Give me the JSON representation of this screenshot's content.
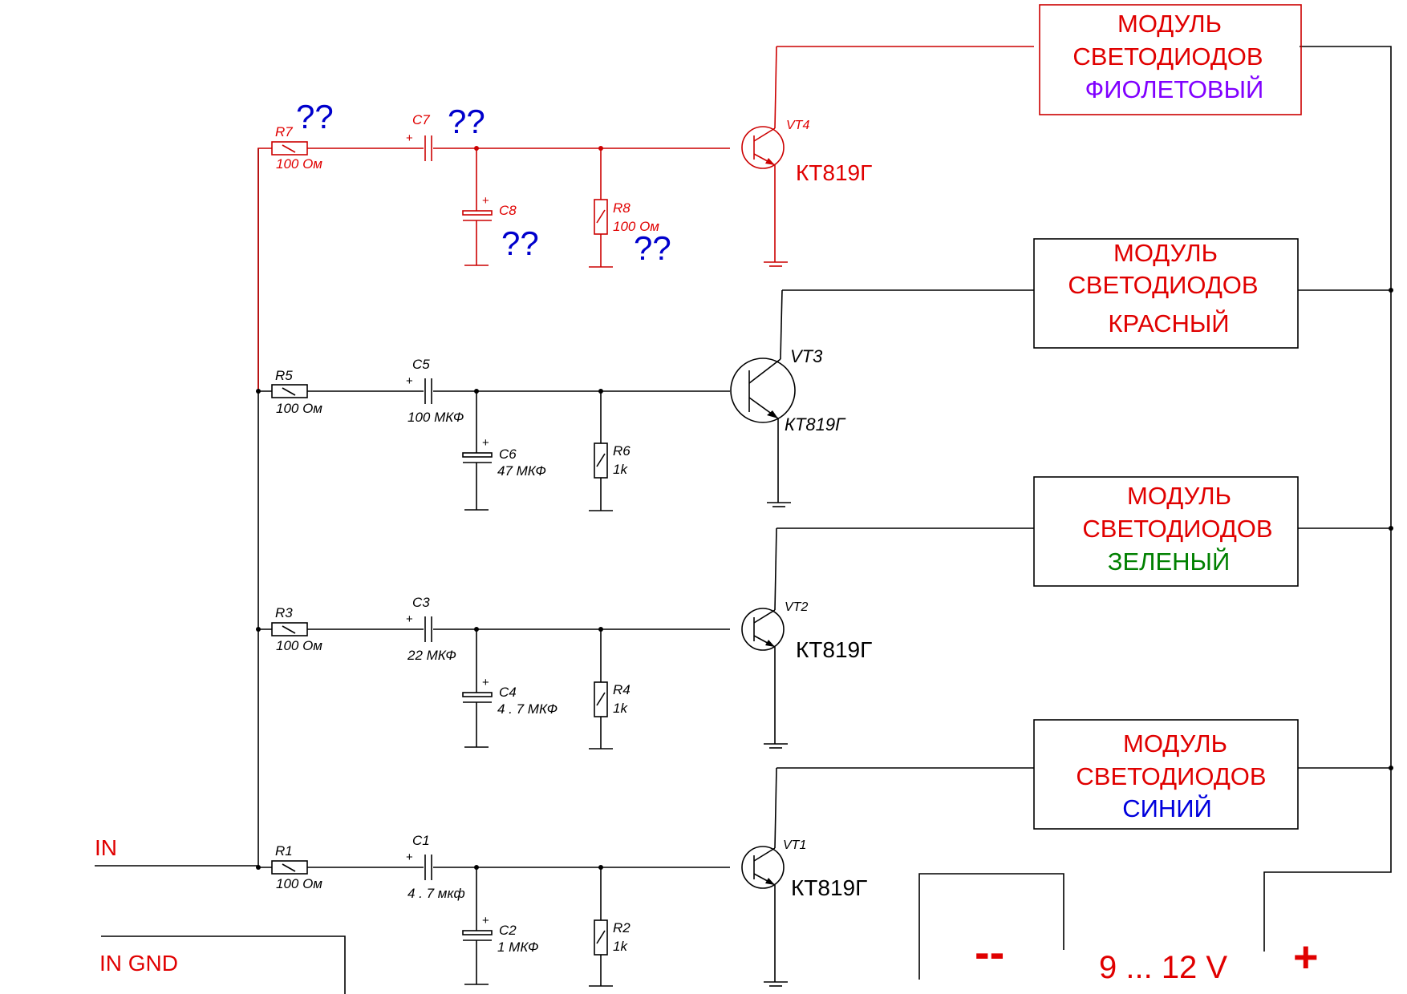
{
  "colors": {
    "wire_black": "#000000",
    "wire_red": "#cc0000",
    "label_red": "#e00000",
    "question_blue": "#0000cc",
    "violet": "#8000ff",
    "green": "#008000",
    "blue": "#0000dd"
  },
  "inputs": {
    "in": "IN",
    "in_gnd": "IN GND"
  },
  "power": {
    "minus": "--",
    "voltage": "9 ... 12 V",
    "plus": "+"
  },
  "modules": [
    {
      "line1": "МОДУЛЬ",
      "line2": "СВЕТОДИОДОВ",
      "color_name": "ФИОЛЕТОВЫЙ"
    },
    {
      "line1": "МОДУЛЬ",
      "line2": "СВЕТОДИОДОВ",
      "color_name": "КРАСНЫЙ"
    },
    {
      "line1": "МОДУЛЬ",
      "line2": "СВЕТОДИОДОВ",
      "color_name": "ЗЕЛЕНЫЙ"
    },
    {
      "line1": "МОДУЛЬ",
      "line2": "СВЕТОДИОДОВ",
      "color_name": "СИНИЙ"
    }
  ],
  "channels": {
    "violet": {
      "r_in": {
        "ref": "R7",
        "value": "100 Ом"
      },
      "c_series": {
        "ref": "C7",
        "value": ""
      },
      "c_shunt": {
        "ref": "C8",
        "value": ""
      },
      "r_shunt": {
        "ref": "R8",
        "value": "100 Ом"
      },
      "transistor": {
        "ref": "VT4",
        "type": "КТ819Г"
      },
      "unknown_marks": [
        "??",
        "??",
        "??",
        "??"
      ]
    },
    "red": {
      "r_in": {
        "ref": "R5",
        "value": "100 Ом"
      },
      "c_series": {
        "ref": "C5",
        "value": "100 МКФ"
      },
      "c_shunt": {
        "ref": "C6",
        "value": "47 МКФ"
      },
      "r_shunt": {
        "ref": "R6",
        "value": "1k"
      },
      "transistor": {
        "ref": "VT3",
        "type": "КТ819Г"
      }
    },
    "green": {
      "r_in": {
        "ref": "R3",
        "value": "100 Ом"
      },
      "c_series": {
        "ref": "C3",
        "value": "22 МКФ"
      },
      "c_shunt": {
        "ref": "C4",
        "value": "4 . 7 МКФ"
      },
      "r_shunt": {
        "ref": "R4",
        "value": "1k"
      },
      "transistor": {
        "ref": "VT2",
        "type": "КТ819Г"
      }
    },
    "blue": {
      "r_in": {
        "ref": "R1",
        "value": "100 Ом"
      },
      "c_series": {
        "ref": "C1",
        "value": "4 . 7 мкф"
      },
      "c_shunt": {
        "ref": "C2",
        "value": "1 МКФ"
      },
      "r_shunt": {
        "ref": "R2",
        "value": "1k"
      },
      "transistor": {
        "ref": "VT1",
        "type": "КТ819Г"
      }
    }
  }
}
